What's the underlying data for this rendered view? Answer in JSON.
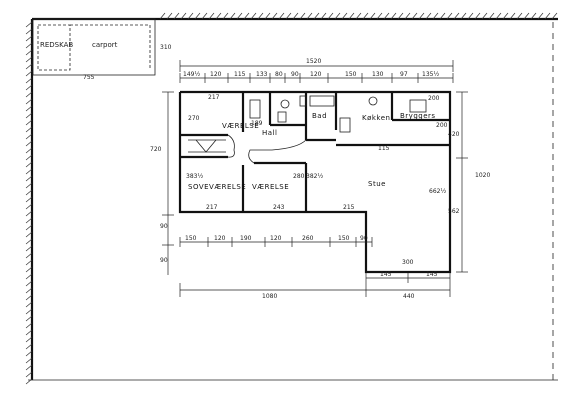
{
  "outbuilding": {
    "room_left": "REDSKAB",
    "room_right": "carport",
    "dim_right": "310",
    "dim_bottom": "755"
  },
  "rooms": {
    "vaerelse_top": "VÆRELSE",
    "vaerelse_top_area": "270",
    "hall": "Hall",
    "bad": "Bad",
    "kokken": "Køkken",
    "bryggers": "Bryggers",
    "sovevaerelse": "SOVEVÆRELSE",
    "sovevaerelse_area": "383½",
    "vaerelse_mid": "VÆRELSE",
    "vaerelse_mid_area": "280",
    "vaerelse_mid_area2": "382½",
    "stue": "Stue",
    "stue_area": "662½"
  },
  "dims_top": {
    "overall": "1520",
    "segments": [
      "149½",
      "120",
      "115",
      "133",
      "80",
      "90",
      "120",
      "150",
      "130",
      "97",
      "135½"
    ]
  },
  "dims_bottom": {
    "segments": [
      "150",
      "120",
      "190",
      "120",
      "260",
      "150",
      "90"
    ],
    "overall": "1080",
    "wing_segments": [
      "145",
      "145"
    ],
    "wing_overall": "440"
  },
  "dims_left": {
    "height": "720",
    "small_a": "90",
    "small_b": "90"
  },
  "dims_right": {
    "a": "420",
    "b": "562",
    "overall": "1020"
  },
  "openings": {
    "w1": "217",
    "w2": "189",
    "w3": "200",
    "w4": "217",
    "w5": "243",
    "w6": "215",
    "w7": "300",
    "w8": "115",
    "w9": "200"
  }
}
